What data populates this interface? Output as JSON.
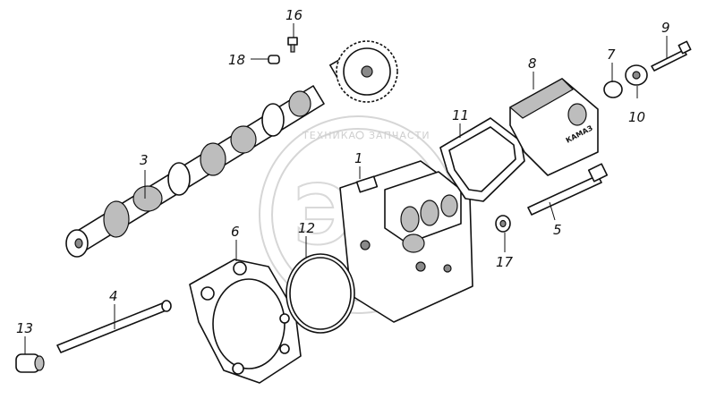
{
  "watermark": {
    "logo_letters": "ЭП",
    "left_word": "ТЕХНИКА",
    "right_word": "ЗАПЧАСТИ"
  },
  "cover_marking": "КАМАЗ",
  "callouts": [
    {
      "id": "callout-1",
      "text": "1"
    },
    {
      "id": "callout-3",
      "text": "3"
    },
    {
      "id": "callout-4",
      "text": "4"
    },
    {
      "id": "callout-5",
      "text": "5"
    },
    {
      "id": "callout-6",
      "text": "6"
    },
    {
      "id": "callout-7",
      "text": "7"
    },
    {
      "id": "callout-8",
      "text": "8"
    },
    {
      "id": "callout-9",
      "text": "9"
    },
    {
      "id": "callout-10",
      "text": "10"
    },
    {
      "id": "callout-11",
      "text": "11"
    },
    {
      "id": "callout-12",
      "text": "12"
    },
    {
      "id": "callout-13",
      "text": "13"
    },
    {
      "id": "callout-16",
      "text": "16"
    },
    {
      "id": "callout-17",
      "text": "17"
    },
    {
      "id": "callout-18",
      "text": "18"
    }
  ]
}
